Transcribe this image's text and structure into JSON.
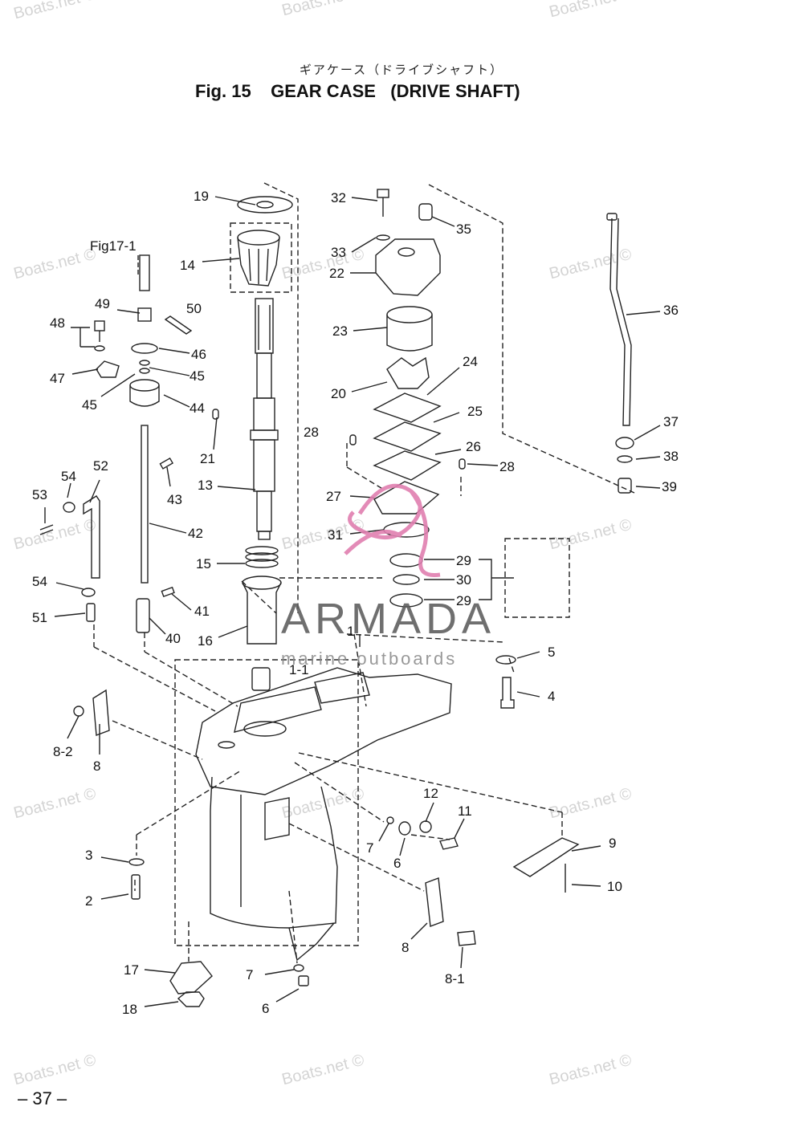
{
  "header": {
    "japanese_title": "ギアケース（ドライブシャフト）",
    "title": "Fig. 15    GEAR CASE   (DRIVE SHAFT)"
  },
  "page_number": "– 37 –",
  "reference_label": "Fig17-1",
  "watermark": {
    "text": "Boats.net ©",
    "color": "#d4d4d4"
  },
  "branding": {
    "name": "ARMADA",
    "tagline": "marine outboards",
    "accent": "#e07fb0"
  },
  "callouts": {
    "c19": "19",
    "c14": "14",
    "c13": "13",
    "c21": "21",
    "c15": "15",
    "c16": "16",
    "c1": "1",
    "c1_1": "1-1",
    "c32": "32",
    "c33": "33",
    "c22": "22",
    "c35": "35",
    "c23": "23",
    "c20": "20",
    "c24": "24",
    "c25": "25",
    "c26": "26",
    "c28a": "28",
    "c28b": "28",
    "c27": "27",
    "c31": "31",
    "c29a": "29",
    "c30": "30",
    "c29b": "29",
    "c36": "36",
    "c37": "37",
    "c38": "38",
    "c39": "39",
    "c49": "49",
    "c50": "50",
    "c48": "48",
    "c46": "46",
    "c45a": "45",
    "c47": "47",
    "c45b": "45",
    "c44": "44",
    "c43": "43",
    "c42": "42",
    "c41": "41",
    "c40": "40",
    "c52": "52",
    "c54a": "54",
    "c53": "53",
    "c54b": "54",
    "c51": "51",
    "c5": "5",
    "c4": "4",
    "c8_2": "8-2",
    "c8a": "8",
    "c12": "12",
    "c11": "11",
    "c7a": "7",
    "c6a": "6",
    "c9": "9",
    "c10": "10",
    "c3": "3",
    "c2": "2",
    "c8b": "8",
    "c8_1": "8-1",
    "c17": "17",
    "c18": "18",
    "c7b": "7",
    "c6b": "6"
  }
}
